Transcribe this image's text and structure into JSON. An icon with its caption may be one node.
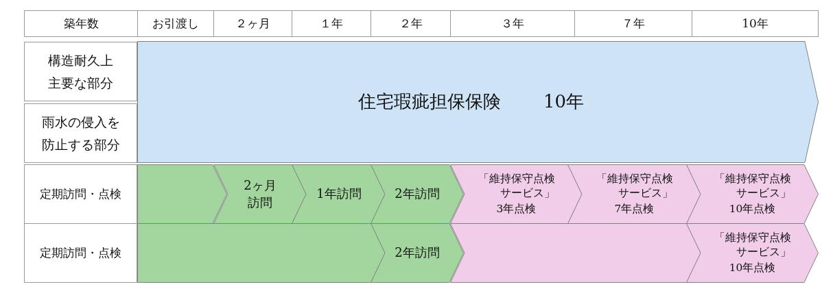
{
  "diagram": {
    "nodes": [
      {
        "text": [
          "構造耐久上主要な部分"
        ]
      },
      {
        "text": [
          "雨水の侵入を防止する部分"
        ]
      },
      {
        "text": [
          "住宅瑕疵担保保険",
          "10年"
        ]
      },
      {
        "text": [
          "定期訪問・点検"
        ]
      },
      {
        "text": [],
        "shape": "arrow"
      },
      {
        "text": [
          "2ヶ月訪問"
        ]
      },
      {
        "text": [
          "1年訪問"
        ]
      },
      {
        "text": [
          "2年訪問"
        ]
      },
      {
        "text": [
          "「維持保守点検サービス」",
          "3年点検"
        ]
      },
      {
        "text": [
          "「維持保守点検サービス」",
          "7年点検"
        ]
      },
      {
        "text": [
          "「維持保守点検サービス」",
          "10年点検"
        ]
      },
      {
        "text": [
          "定期訪問・点検"
        ]
      },
      {
        "text": [],
        "shape": "arrow"
      },
      {
        "text": [
          "2年訪問"
        ]
      },
      {
        "text": [],
        "shape": "chevron"
      },
      {
        "text": [
          "「維持保守点検サービス」",
          "10年点検"
        ]
      }
    ],
    "labels": [
      "築年数",
      "お引渡し",
      "２ヶ月",
      "１年",
      "２年",
      "３年",
      "７年",
      "10年"
    ]
  }
}
